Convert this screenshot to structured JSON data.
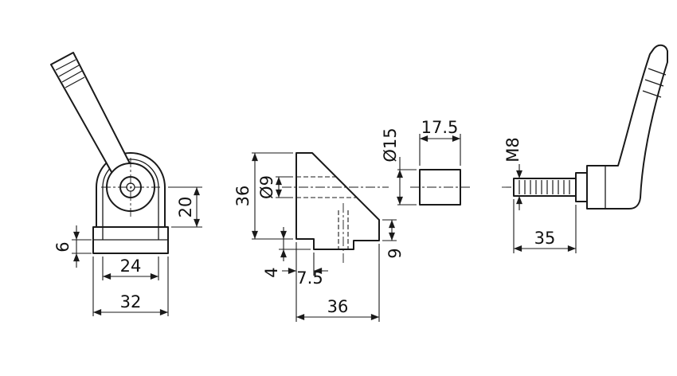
{
  "colors": {
    "line": "#1a1a1a",
    "background": "#ffffff"
  },
  "views": {
    "front": {
      "dims": {
        "d6": "6",
        "d20": "20",
        "d24": "24",
        "d32": "32"
      }
    },
    "profile": {
      "dims": {
        "height": "36",
        "hole_dia": "Ø9",
        "tab_depth": "4",
        "tab_offset": "7.5",
        "width": "36",
        "edge_height": "9"
      }
    },
    "pin": {
      "dims": {
        "dia": "Ø15",
        "length": "17.5"
      }
    },
    "lever": {
      "dims": {
        "thread": "M8",
        "stud_length": "35"
      }
    }
  }
}
